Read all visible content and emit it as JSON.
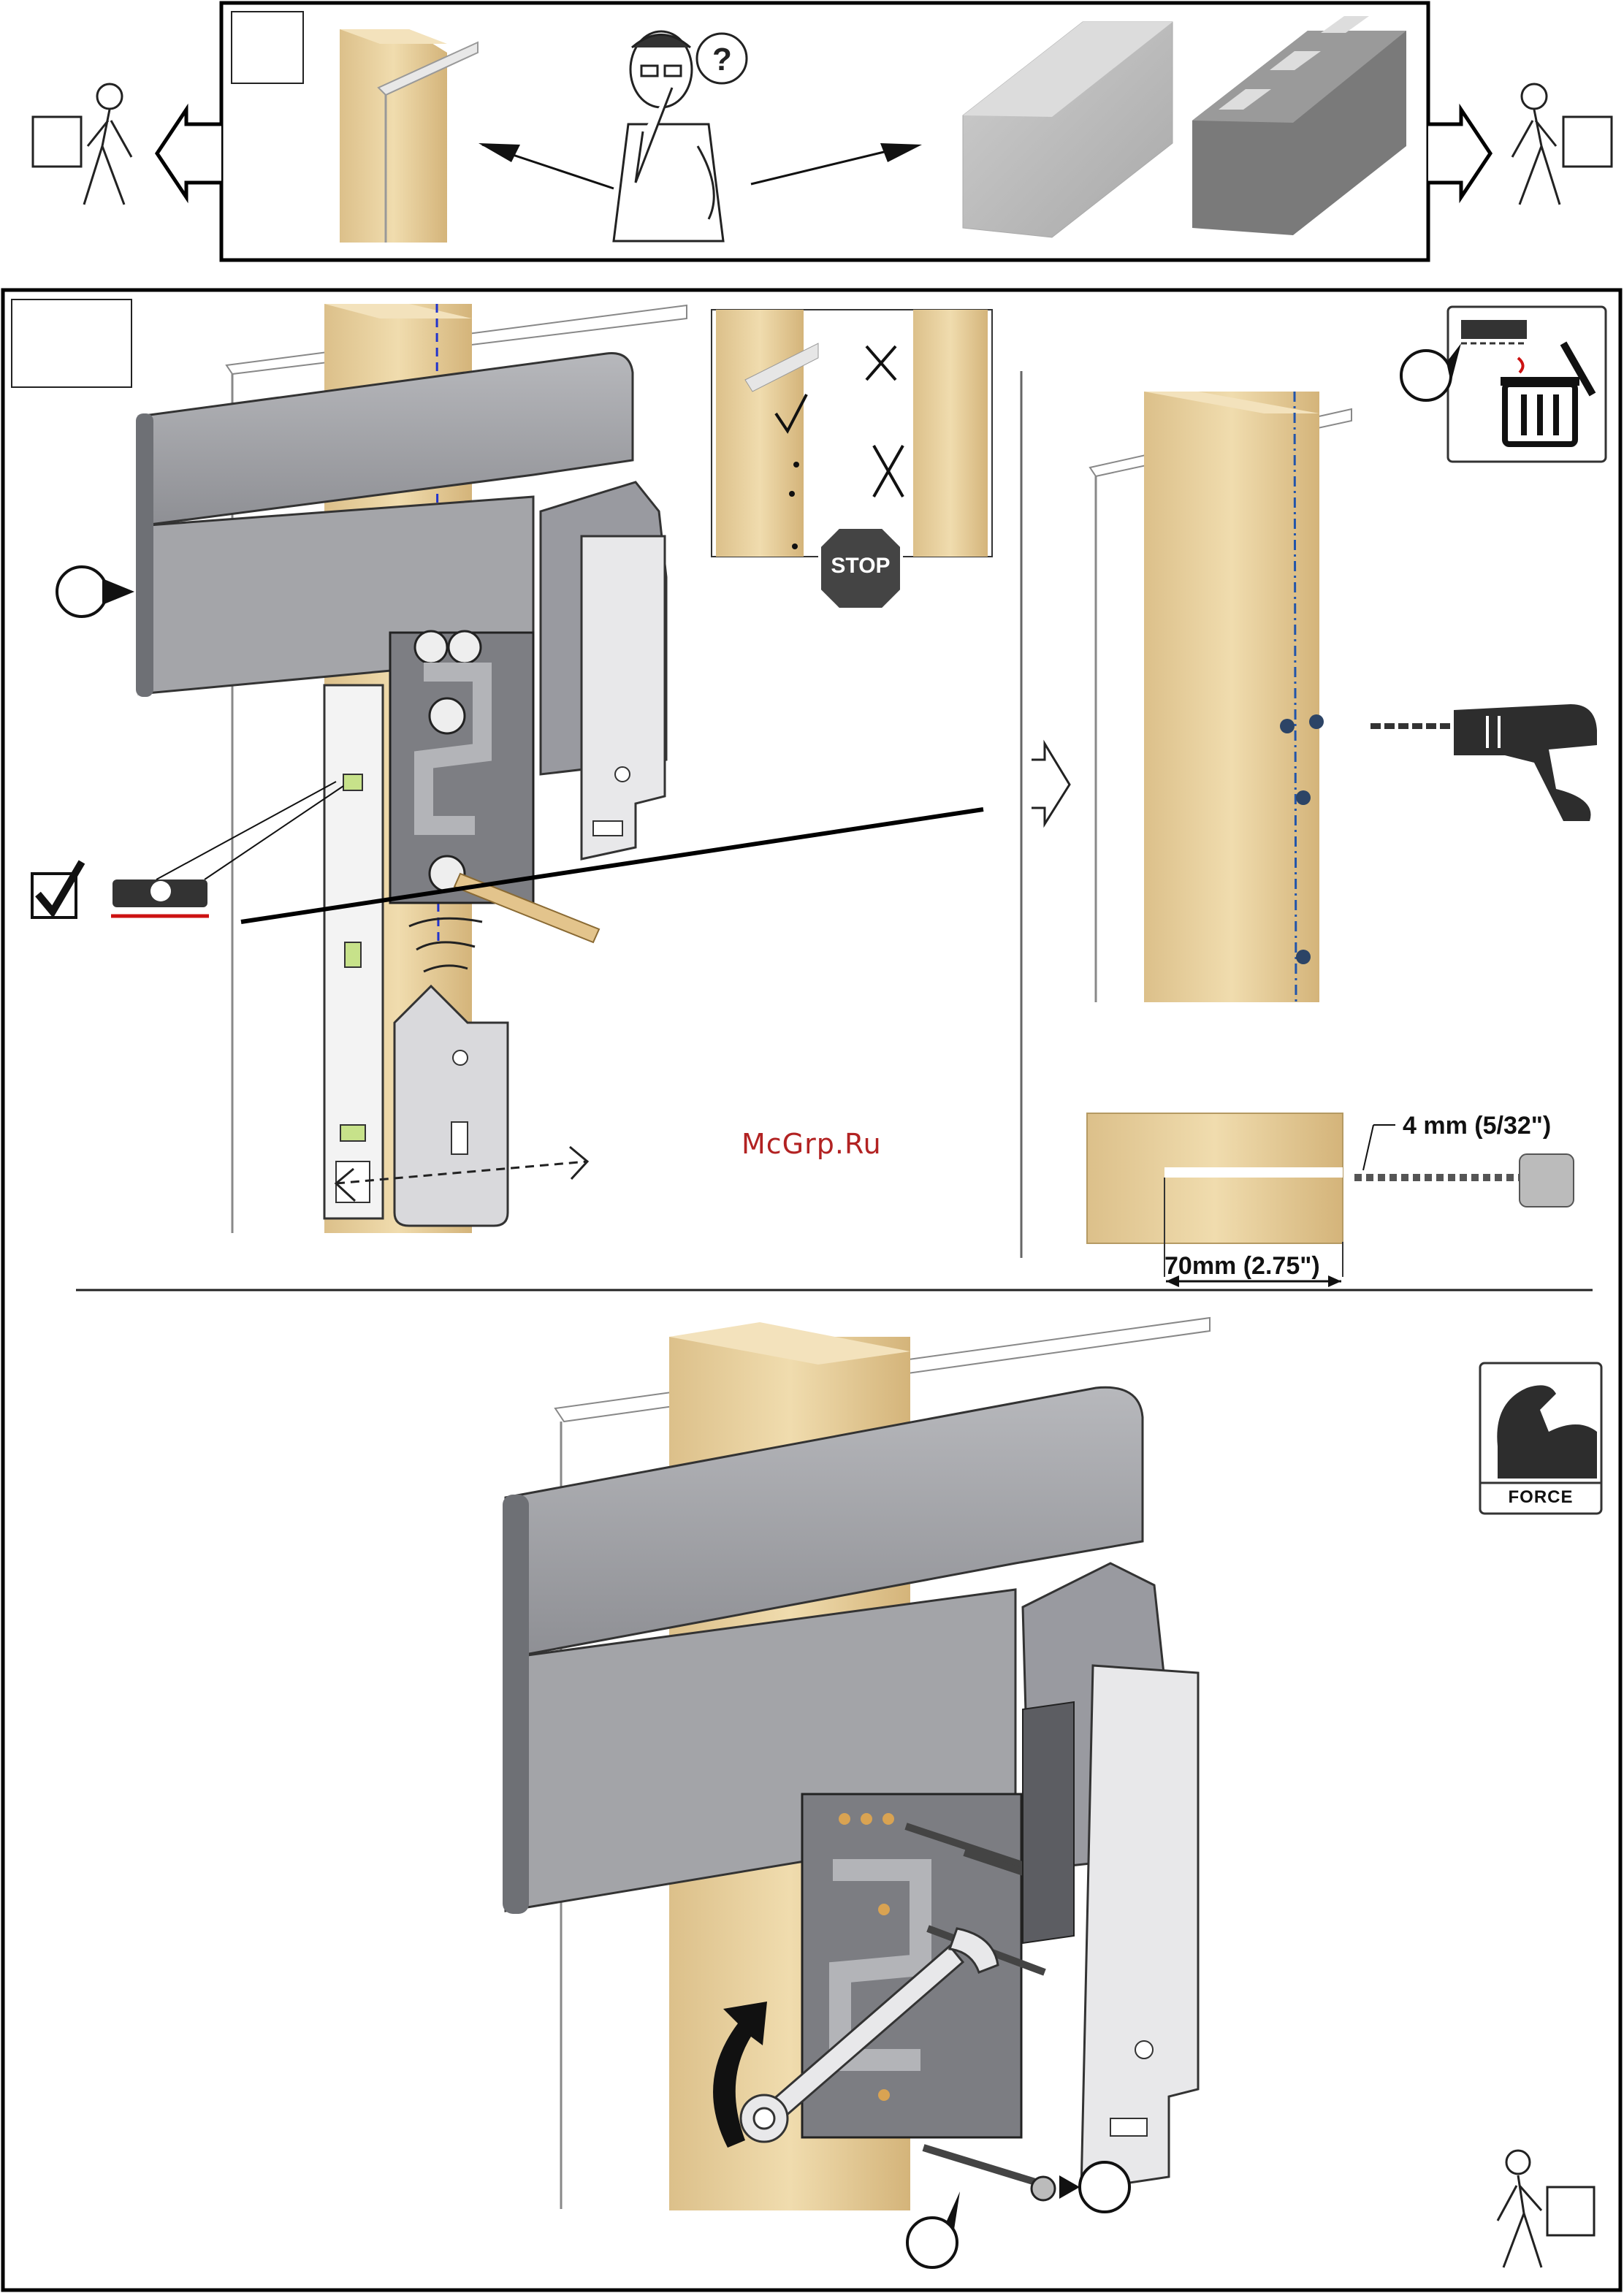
{
  "labels": {
    "stop": "STOP",
    "drill_spec": "4 mm (5/32\")",
    "depth_spec": "70mm (2.75\")",
    "watermark": "McGrp.Ru",
    "force": "FORCE"
  },
  "icons": {
    "question": "?"
  },
  "colors": {
    "wood": "#e8cf9c",
    "wood_dark": "#c9a76b",
    "bracket": "#9fa0a4",
    "bracket_dark": "#55575c",
    "stop_red": "#444444",
    "level_red": "#cc1111",
    "watermark": "#b22222"
  }
}
